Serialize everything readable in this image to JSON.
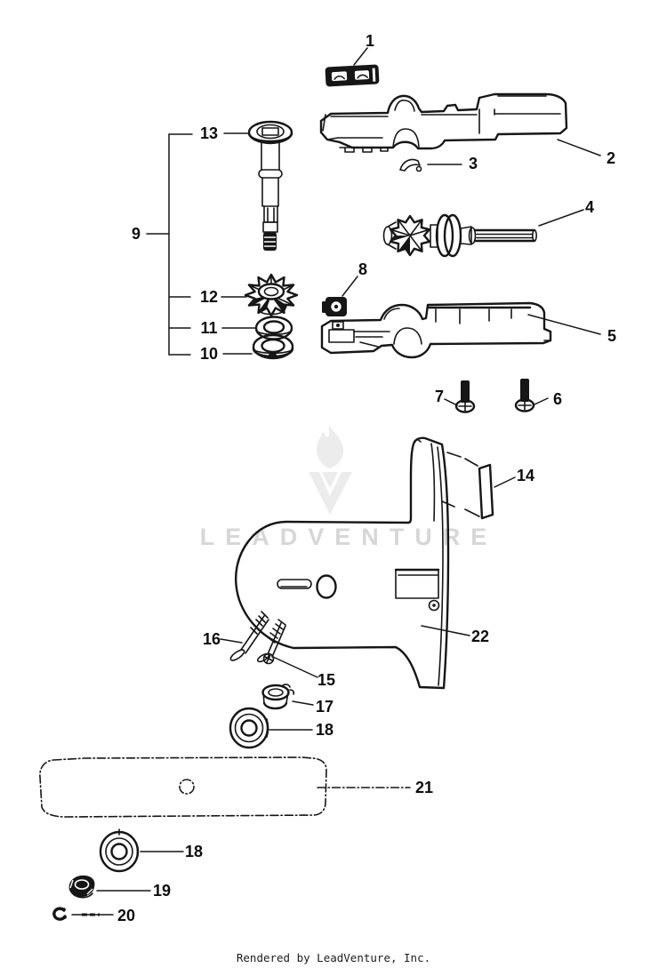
{
  "diagram": {
    "labels": {
      "n1": "1",
      "n2": "2",
      "n3": "3",
      "n4": "4",
      "n5": "5",
      "n6": "6",
      "n7": "7",
      "n8": "8",
      "n9": "9",
      "n10": "10",
      "n11": "11",
      "n12": "12",
      "n13": "13",
      "n14": "14",
      "n15": "15",
      "n16": "16",
      "n17": "17",
      "n18a": "18",
      "n18b": "18",
      "n19": "19",
      "n20": "20",
      "n21": "21",
      "n22": "22"
    },
    "colors": {
      "ink": "#161616",
      "watermark_text": "#d7d7d7",
      "watermark_logo": "#ececec",
      "background": "#ffffff"
    }
  },
  "watermark": {
    "logo": "flame-v-icon",
    "text": "LEADVENTURE"
  },
  "footer": {
    "credit": "Rendered by LeadVenture, Inc."
  }
}
